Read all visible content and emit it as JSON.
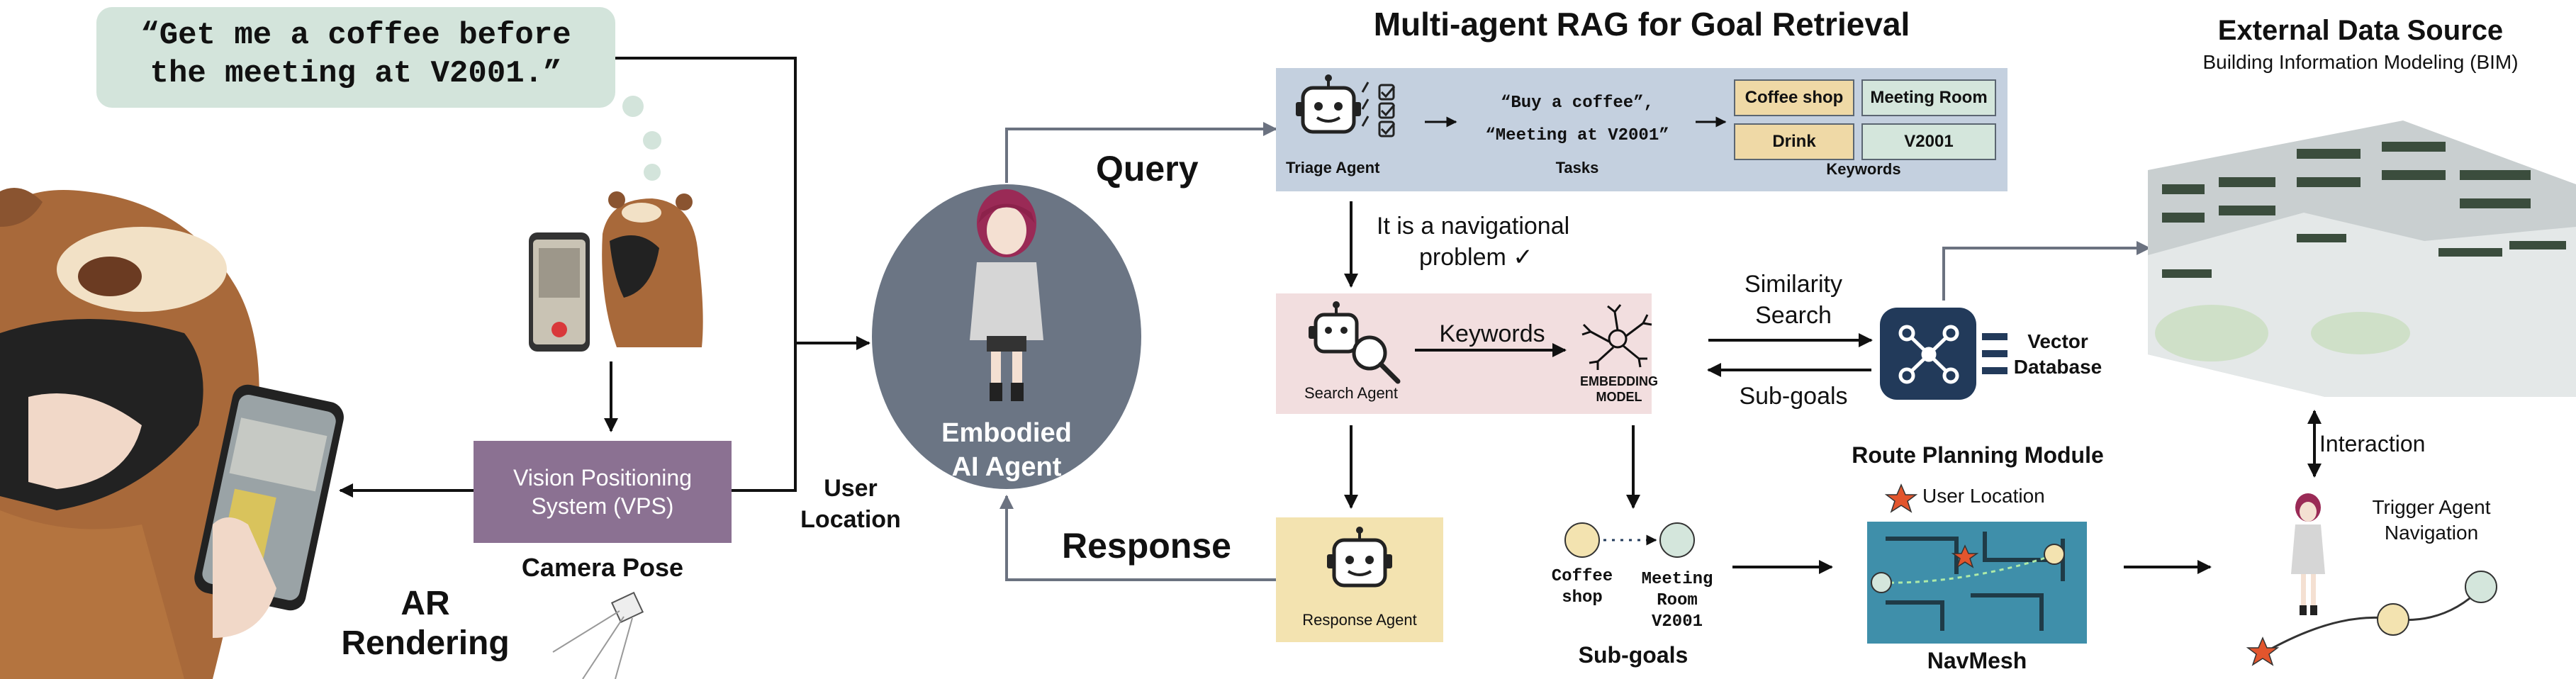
{
  "speech_bubble": {
    "line1": "“Get me a coffee before",
    "line2": "the meeting at V2001.”"
  },
  "labels": {
    "vps_line1": "Vision Positioning",
    "vps_line2": "System (VPS)",
    "camera_pose": "Camera Pose",
    "ar_line1": "AR",
    "ar_line2": "Rendering",
    "user_location_line1": "User",
    "user_location_line2": "Location",
    "embodied_line1": "Embodied",
    "embodied_line2": "AI Agent",
    "query": "Query",
    "response": "Response"
  },
  "rag": {
    "title": "Multi-agent RAG for Goal Retrieval",
    "triage_agent": "Triage Agent",
    "tasks_line1": "“Buy a coffee”,",
    "tasks_line2": "“Meeting at V2001”",
    "tasks_label": "Tasks",
    "keywords_label": "Keywords",
    "keyword_boxes": [
      "Coffee shop",
      "Meeting Room",
      "Drink",
      "V2001"
    ],
    "nav_check_line1": "It is a navigational",
    "nav_check_line2": "problem ✓",
    "search_agent": "Search Agent",
    "keywords_arrow": "Keywords",
    "embedding_line1": "EMBEDDING",
    "embedding_line2": "MODEL",
    "similarity_line1": "Similarity",
    "similarity_line2": "Search",
    "subgoals_arrow": "Sub-goals",
    "vector_line1": "Vector",
    "vector_line2": "Database",
    "response_agent": "Response Agent"
  },
  "subgoals": {
    "start_line1": "Coffee",
    "start_line2": "shop",
    "end_line1": "Meeting",
    "end_line2": "Room",
    "end_line3": "V2001",
    "caption": "Sub-goals"
  },
  "route": {
    "title": "Route Planning Module",
    "legend": "User Location",
    "navmesh": "NavMesh"
  },
  "external": {
    "title": "External Data Source",
    "subtitle": "Building Information Modeling (BIM)",
    "interaction": "Interaction",
    "trigger_line1": "Trigger Agent",
    "trigger_line2": "Navigation"
  },
  "colors": {
    "speech_bg": "#d3e4db",
    "vps_bg": "#8b7192",
    "agent_circle": "#6b7584",
    "triage_panel": "#c4d0df",
    "search_panel": "#f2dedf",
    "response_panel": "#f3e3b0",
    "navmesh_bg": "#3f8faa",
    "star": "#e2552d"
  },
  "icons": [
    "robot-icon",
    "checklist-icon",
    "magnifier-icon",
    "neural-network-icon",
    "vector-network-icon",
    "phone-icon",
    "building-model-icon",
    "star-icon"
  ]
}
